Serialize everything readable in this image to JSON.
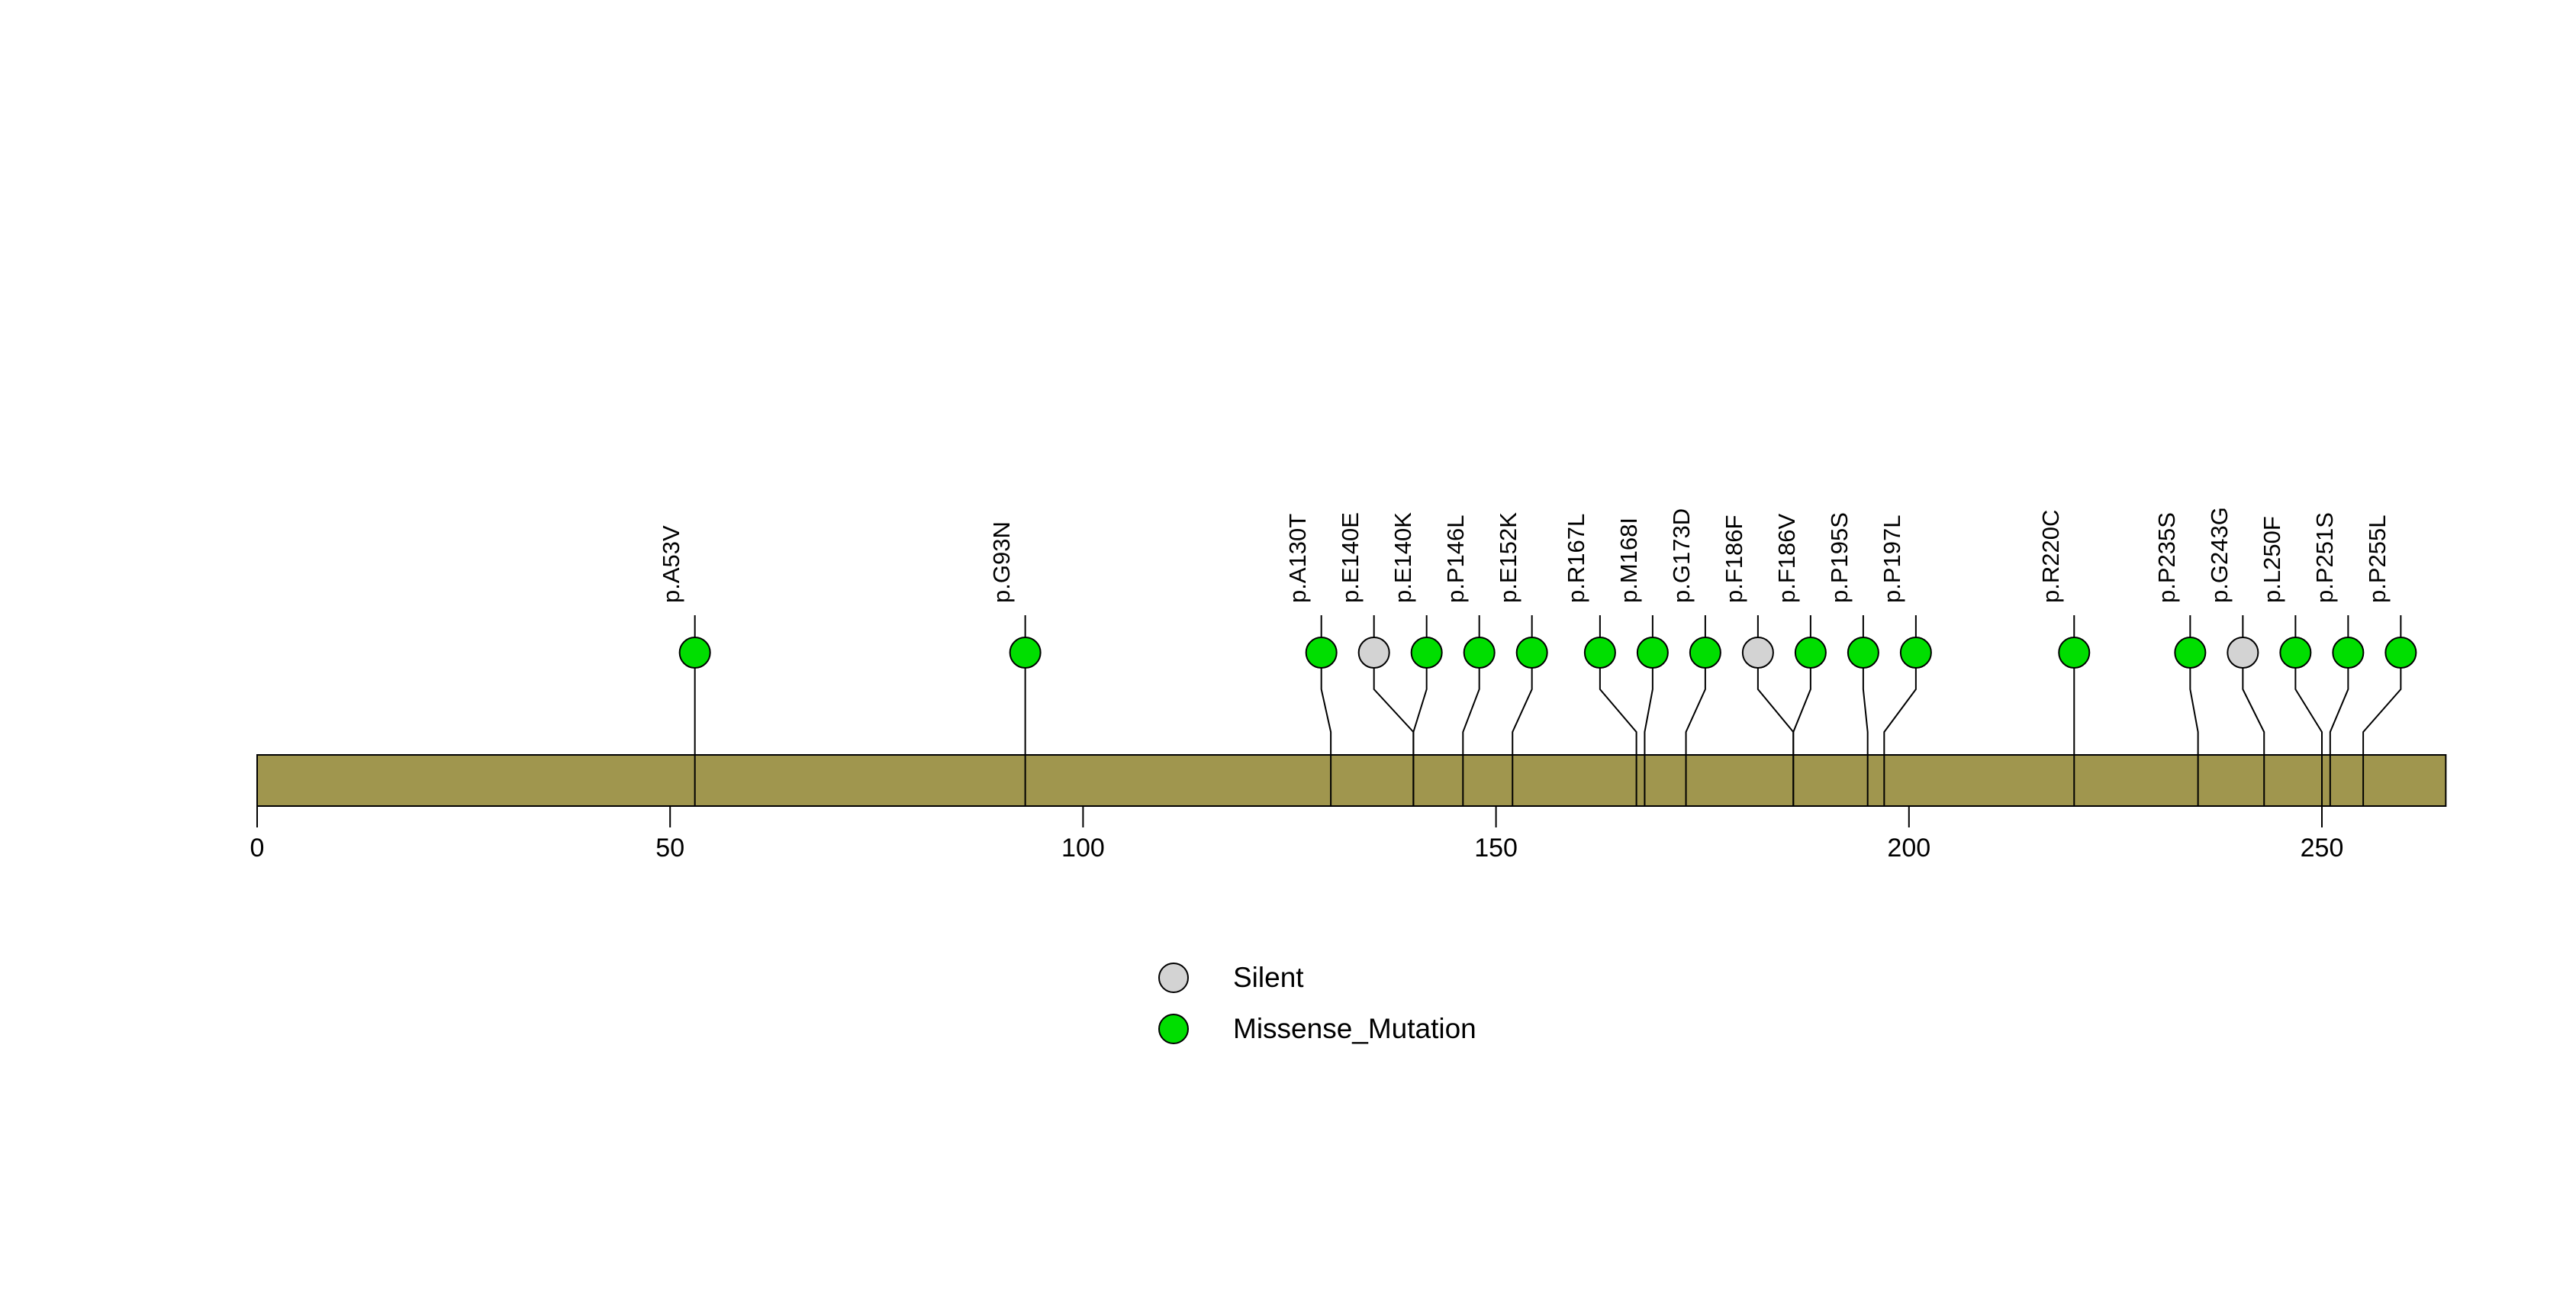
{
  "chart_data": {
    "type": "lollipop",
    "title": "",
    "xlim": [
      0,
      265
    ],
    "x_ticks": [
      0,
      50,
      100,
      150,
      200,
      250
    ],
    "protein_bar_color": "#A0964E",
    "mutation_types": {
      "Silent": "#D3D3D3",
      "Missense_Mutation": "#00DE00"
    },
    "mutations": [
      {
        "label": "p.A53V",
        "position": 53,
        "type": "Missense_Mutation"
      },
      {
        "label": "p.G93N",
        "position": 93,
        "type": "Missense_Mutation"
      },
      {
        "label": "p.A130T",
        "position": 130,
        "type": "Missense_Mutation"
      },
      {
        "label": "p.E140E",
        "position": 140,
        "type": "Silent"
      },
      {
        "label": "p.E140K",
        "position": 140,
        "type": "Missense_Mutation"
      },
      {
        "label": "p.P146L",
        "position": 146,
        "type": "Missense_Mutation"
      },
      {
        "label": "p.E152K",
        "position": 152,
        "type": "Missense_Mutation"
      },
      {
        "label": "p.R167L",
        "position": 167,
        "type": "Missense_Mutation"
      },
      {
        "label": "p.M168I",
        "position": 168,
        "type": "Missense_Mutation"
      },
      {
        "label": "p.G173D",
        "position": 173,
        "type": "Missense_Mutation"
      },
      {
        "label": "p.F186F",
        "position": 186,
        "type": "Silent"
      },
      {
        "label": "p.F186V",
        "position": 186,
        "type": "Missense_Mutation"
      },
      {
        "label": "p.P195S",
        "position": 195,
        "type": "Missense_Mutation"
      },
      {
        "label": "p.P197L",
        "position": 197,
        "type": "Missense_Mutation"
      },
      {
        "label": "p.R220C",
        "position": 220,
        "type": "Missense_Mutation"
      },
      {
        "label": "p.P235S",
        "position": 235,
        "type": "Missense_Mutation"
      },
      {
        "label": "p.G243G",
        "position": 243,
        "type": "Silent"
      },
      {
        "label": "p.L250F",
        "position": 250,
        "type": "Missense_Mutation"
      },
      {
        "label": "p.P251S",
        "position": 251,
        "type": "Missense_Mutation"
      },
      {
        "label": "p.P255L",
        "position": 255,
        "type": "Missense_Mutation"
      }
    ],
    "legend": [
      {
        "label": "Silent",
        "color": "#D3D3D3"
      },
      {
        "label": "Missense_Mutation",
        "color": "#00DE00"
      }
    ],
    "legend_position": "bottom-center",
    "grid": false
  }
}
